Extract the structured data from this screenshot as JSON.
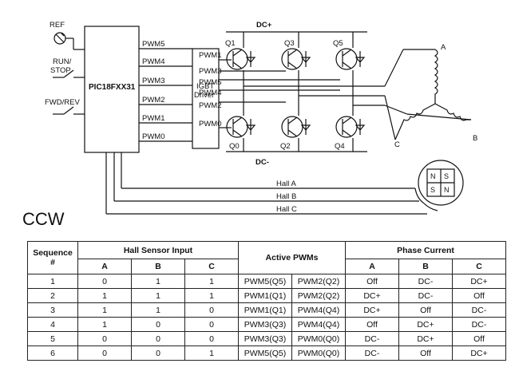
{
  "schematic": {
    "mcu_label": "PIC18FXX31",
    "driver_label_line1": "IGBT",
    "driver_label_line2": "Driver",
    "inputs": [
      "REF",
      "RUN/",
      "STOP",
      "FWD/REV"
    ],
    "mcu_pwm_labels": [
      "PWM5",
      "PWM4",
      "PWM3",
      "PWM2",
      "PWM1",
      "PWM0"
    ],
    "bus_pwm_labels": [
      "PWM1",
      "PWM3",
      "PWM5",
      "PWM4",
      "PWM2",
      "PWM0"
    ],
    "rail_top": "DC+",
    "rail_bottom": "DC-",
    "transistors": [
      "Q1",
      "Q3",
      "Q5",
      "Q0",
      "Q2",
      "Q4"
    ],
    "motor_phases": [
      "A",
      "B",
      "C"
    ],
    "hall_lines": [
      "Hall A",
      "Hall B",
      "Hall C"
    ],
    "rotor_poles": [
      "N",
      "S",
      "S",
      "N"
    ]
  },
  "heading": "CCW",
  "table": {
    "headers": {
      "sequence": "Sequence",
      "sequence_sub": "#",
      "hall": "Hall Sensor Input",
      "active": "Active PWMs",
      "phase": "Phase Current",
      "hall_cols": [
        "A",
        "B",
        "C"
      ],
      "phase_cols": [
        "A",
        "B",
        "C"
      ]
    },
    "rows": [
      {
        "seq": "1",
        "hall": [
          "0",
          "1",
          "1"
        ],
        "pwm": [
          "PWM5(Q5)",
          "PWM2(Q2)"
        ],
        "phase": [
          "Off",
          "DC-",
          "DC+"
        ]
      },
      {
        "seq": "2",
        "hall": [
          "1",
          "1",
          "1"
        ],
        "pwm": [
          "PWM1(Q1)",
          "PWM2(Q2)"
        ],
        "phase": [
          "DC+",
          "DC-",
          "Off"
        ]
      },
      {
        "seq": "3",
        "hall": [
          "1",
          "1",
          "0"
        ],
        "pwm": [
          "PWM1(Q1)",
          "PWM4(Q4)"
        ],
        "phase": [
          "DC+",
          "Off",
          "DC-"
        ]
      },
      {
        "seq": "4",
        "hall": [
          "1",
          "0",
          "0"
        ],
        "pwm": [
          "PWM3(Q3)",
          "PWM4(Q4)"
        ],
        "phase": [
          "Off",
          "DC+",
          "DC-"
        ]
      },
      {
        "seq": "5",
        "hall": [
          "0",
          "0",
          "0"
        ],
        "pwm": [
          "PWM3(Q3)",
          "PWM0(Q0)"
        ],
        "phase": [
          "DC-",
          "DC+",
          "Off"
        ]
      },
      {
        "seq": "6",
        "hall": [
          "0",
          "0",
          "1"
        ],
        "pwm": [
          "PWM5(Q5)",
          "PWM0(Q0)"
        ],
        "phase": [
          "DC-",
          "Off",
          "DC+"
        ]
      }
    ]
  }
}
